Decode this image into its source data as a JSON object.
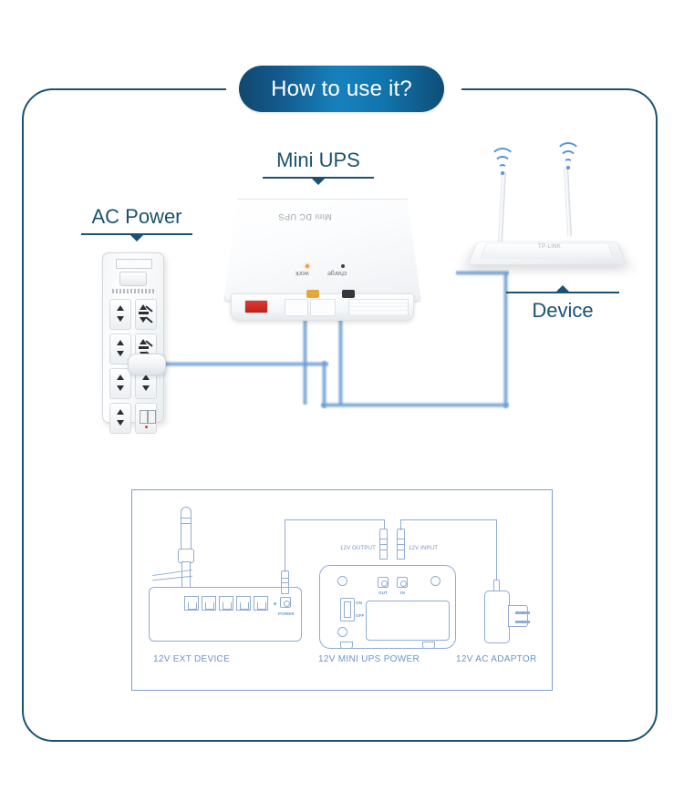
{
  "badge": {
    "label": "How to use it?"
  },
  "headings": {
    "mini_ups": "Mini UPS",
    "ac_power": "AC Power",
    "device": "Device"
  },
  "ups_unit": {
    "brand": "Mini DC UPS",
    "led_work_label": "work",
    "led_charge_label": "charge",
    "led_work_color": "#f0a03c",
    "led_charge_color": "#3a3f45",
    "switch_color": "#e23a32"
  },
  "diagram": {
    "border_color": "#7e9fc8",
    "line_color": "#8fadd3",
    "text_color": "#6d93c6",
    "captions": {
      "ext_device": "12V EXT DEVICE",
      "mini_ups_power": "12V MINI UPS POWER",
      "ac_adaptor": "12V AC ADAPTOR"
    },
    "port_labels": {
      "output": "12V OUTPUT",
      "input": "12V INPUT",
      "out": "OUT",
      "in": "IN",
      "on": "ON",
      "off": "OFF",
      "power": "POWER"
    }
  },
  "colors": {
    "frame": "#1b5272",
    "heading": "#1b5272",
    "badge_dark": "#11486e",
    "badge_light": "#1781bd",
    "cable_glow": "#5a91cd",
    "wifi": "#5a93d8"
  }
}
